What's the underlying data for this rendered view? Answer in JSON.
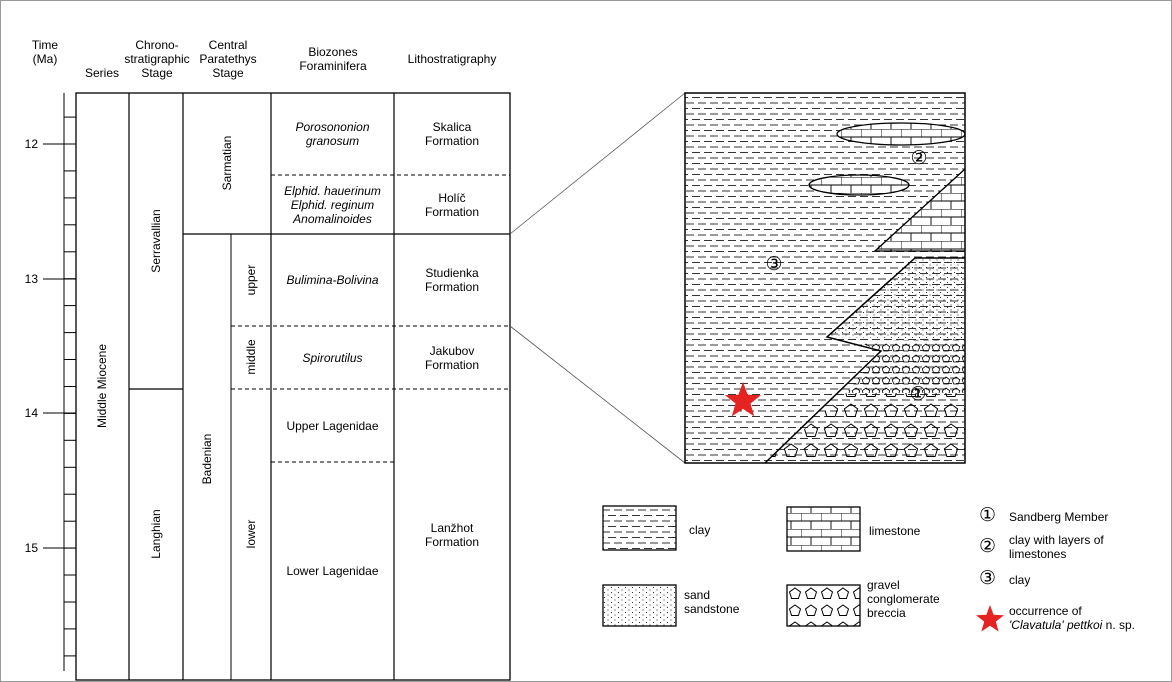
{
  "headers": {
    "time": [
      "Time",
      "(Ma)"
    ],
    "series": "Series",
    "chrono": [
      "Chrono-",
      "stratigraphic",
      "Stage"
    ],
    "central": [
      "Central",
      "Paratethys",
      "Stage"
    ],
    "biozones": [
      "Biozones",
      "Foraminifera"
    ],
    "litho": "Lithostratigraphy"
  },
  "time_ticks": [
    "12",
    "13",
    "14",
    "15"
  ],
  "series": "Middle Miocene",
  "chrono_stages": [
    "Serravallian",
    "Langhian"
  ],
  "paratethys": {
    "stages": [
      "Sarmatian",
      "Badenian"
    ],
    "substages": [
      "upper",
      "middle",
      "lower"
    ]
  },
  "biozones": {
    "porosononion": [
      "Porosononion",
      "granosum"
    ],
    "elphidium": [
      "Elphid. hauerinum",
      "Elphid. reginum",
      "Anomalinoides"
    ],
    "bulimina": "Bulimina-Bolivina",
    "spirorutilus": "Spirorutilus",
    "upper_lagenidae": "Upper Lagenidae",
    "lower_lagenidae": "Lower Lagenidae"
  },
  "formations": {
    "skalica": [
      "Skalica",
      "Formation"
    ],
    "holic": [
      "Holíč",
      "Formation"
    ],
    "studienka": [
      "Studienka",
      "Formation"
    ],
    "jakubov": [
      "Jakubov",
      "Formation"
    ],
    "lanzhot": [
      "Lanžhot",
      "Formation"
    ]
  },
  "section_markers": [
    "①",
    "②",
    "③"
  ],
  "legend": {
    "clay": "clay",
    "limestone": "limestone",
    "sand": [
      "sand",
      "sandstone"
    ],
    "gravel": [
      "gravel",
      "conglomerate",
      "breccia"
    ],
    "notes": [
      {
        "symbol": "①",
        "text": [
          "Sandberg Member"
        ]
      },
      {
        "symbol": "②",
        "text": [
          "clay with layers of",
          "limestones"
        ]
      },
      {
        "symbol": "③",
        "text": [
          "clay"
        ]
      }
    ],
    "occurrence": [
      "occurrence of",
      "'Clavatula' pettkoi",
      " n. sp."
    ]
  },
  "colors": {
    "star": "#e52421",
    "line": "#000000",
    "frame": "#9a9a9a"
  }
}
